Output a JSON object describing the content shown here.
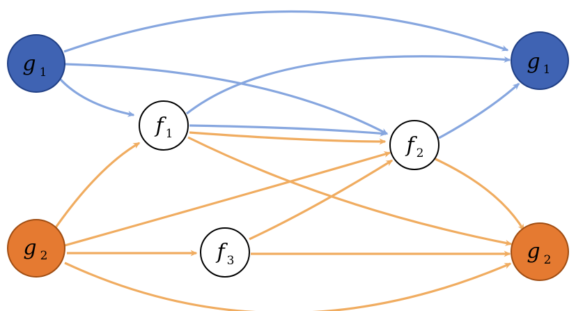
{
  "colors": {
    "blue_fill": "#3f63b3",
    "blue_stroke": "#203f85",
    "blue_edge": "#86a6df",
    "orange_fill": "#e57a31",
    "orange_stroke": "#a04d12",
    "orange_edge": "#f0ac60",
    "white_fill": "#ffffff",
    "node_stroke": "#000000",
    "text": "#000000"
  },
  "nodes": [
    {
      "id": "g1_left",
      "base": "g",
      "sub": "1",
      "fill": "blue"
    },
    {
      "id": "g2_left",
      "base": "g",
      "sub": "2",
      "fill": "orange"
    },
    {
      "id": "f1",
      "base": "f",
      "sub": "1",
      "fill": "white"
    },
    {
      "id": "f3",
      "base": "f",
      "sub": "3",
      "fill": "white"
    },
    {
      "id": "f2",
      "base": "f",
      "sub": "2",
      "fill": "white"
    },
    {
      "id": "g1_right",
      "base": "g",
      "sub": "1",
      "fill": "blue"
    },
    {
      "id": "g2_right",
      "base": "g",
      "sub": "2",
      "fill": "orange"
    }
  ],
  "edges": [
    {
      "from": "g1_left",
      "to": "g1_right",
      "color": "blue"
    },
    {
      "from": "g1_left",
      "to": "f1",
      "color": "blue"
    },
    {
      "from": "g1_left",
      "to": "f2",
      "color": "blue"
    },
    {
      "from": "f1",
      "to": "g1_right",
      "color": "blue"
    },
    {
      "from": "f1",
      "to": "f2",
      "color": "blue"
    },
    {
      "from": "f2",
      "to": "g1_right",
      "color": "blue"
    },
    {
      "from": "f1",
      "to": "f2",
      "color": "orange"
    },
    {
      "from": "f1",
      "to": "g2_right",
      "color": "orange"
    },
    {
      "from": "g2_left",
      "to": "f1",
      "color": "orange"
    },
    {
      "from": "g2_left",
      "to": "f2",
      "color": "orange"
    },
    {
      "from": "g2_left",
      "to": "f3",
      "color": "orange"
    },
    {
      "from": "g2_left",
      "to": "g2_right",
      "color": "orange"
    },
    {
      "from": "f3",
      "to": "f2",
      "color": "orange"
    },
    {
      "from": "f3",
      "to": "g2_right",
      "color": "orange"
    },
    {
      "from": "f2",
      "to": "g2_right",
      "color": "orange"
    }
  ]
}
